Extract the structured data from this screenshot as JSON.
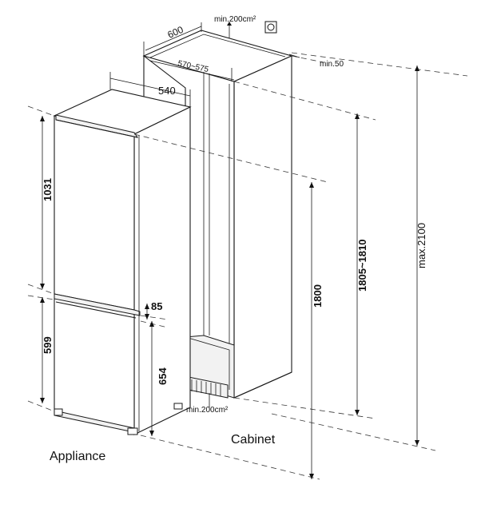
{
  "labels": {
    "appliance": "Appliance",
    "cabinet": "Cabinet"
  },
  "dimensions": {
    "cabinet_depth": "600",
    "top_vent": "min.200cm²",
    "inner_width": "570~575",
    "gap": "min.50",
    "appliance_width": "540",
    "upper_door_height": "1031",
    "lower_door_height": "599",
    "door_gap": "85",
    "lower_height": "654",
    "bottom_vent": "min.200cm²",
    "appliance_height": "1800",
    "niche_height": "1805~1810",
    "max_height": "max.2100"
  },
  "icons": {
    "vent_icon": "ventilation-symbol"
  }
}
